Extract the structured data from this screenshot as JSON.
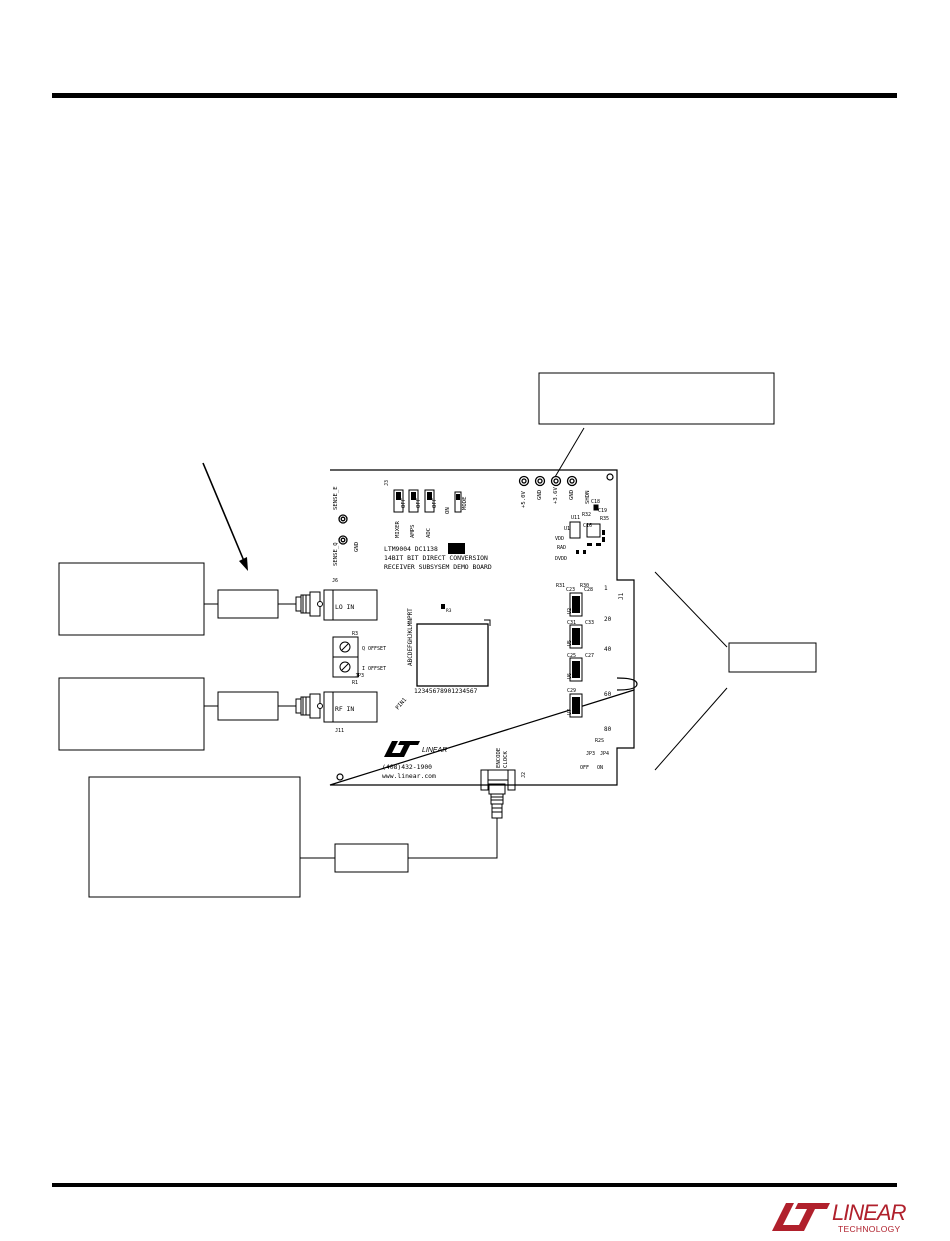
{
  "board": {
    "title_lines": [
      "LTM9004 DC1138",
      "14BIT BIT DIRECT CONVERSION",
      "RECEIVER SUBSYSEM DEMO BOARD"
    ],
    "phone": "(408)432-1900",
    "website": "www.linear.com",
    "connectors": {
      "lo_in": "LO IN",
      "rf_in": "RF IN",
      "encode_clock": [
        "ENCODE",
        "CLOCK"
      ],
      "j6": "J6",
      "j11": "J11",
      "j1": "J1",
      "j2": "J2"
    },
    "offsets": {
      "q": "Q OFFSET",
      "i": "I OFFSET",
      "r3": "R3",
      "r1": "R1"
    },
    "test_points": [
      "+5.0V",
      "GND",
      "+3.6V",
      "GND",
      "SHDN"
    ],
    "sense_labels": [
      "SENSE_E",
      "SENSE_Q",
      "GND"
    ],
    "jumper_labels": [
      "MIXER",
      "OFF",
      "ON",
      "AMPS",
      "OFF",
      "ON",
      "ADC",
      "OFF",
      "ON",
      "MODE",
      "J3",
      "J5",
      "J8",
      "J4"
    ],
    "regulator_labels": [
      "VDD",
      "RAD",
      "DVDD",
      "U11",
      "C18",
      "C19",
      "R35"
    ],
    "chip_row_numbers": "12345678901234567",
    "chip_col_letters": "ABCDEFGHJKLMNPRT",
    "chip_corner": "PIN1",
    "part_labels": [
      "U2",
      "U5",
      "U6",
      "U7",
      "C23",
      "C28",
      "C31",
      "C33",
      "C25",
      "C27",
      "C29"
    ],
    "bus_labels": [
      "1",
      "20",
      "40",
      "60",
      "80",
      "J1"
    ],
    "misc_labels": [
      "U1",
      "C17",
      "R30",
      "R31",
      "R32",
      "C16",
      "R2S",
      "R3",
      "JP3",
      "JP4"
    ]
  },
  "logo": {
    "word": "LINEAR",
    "sub": "TECHNOLOGY"
  }
}
